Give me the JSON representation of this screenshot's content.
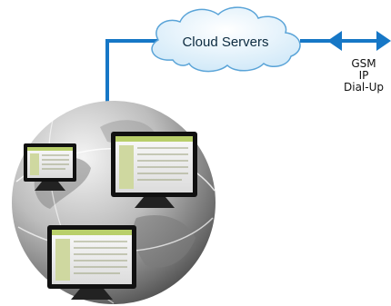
{
  "cloud": {
    "label": "Cloud Servers"
  },
  "connections": [
    "GSM",
    "IP",
    "Dial-Up"
  ],
  "colors": {
    "link": "#1677c6",
    "cloud_fill": "#dff0fb",
    "cloud_stroke": "#5aa4d8",
    "globe_light": "#e6e6e6",
    "globe_dark": "#4a4a4a",
    "screen_frame": "#111111",
    "screen_header": "#b9cf6a"
  },
  "icons": [
    "cloud-icon",
    "globe-icon",
    "monitor-icon",
    "double-arrow-icon"
  ]
}
